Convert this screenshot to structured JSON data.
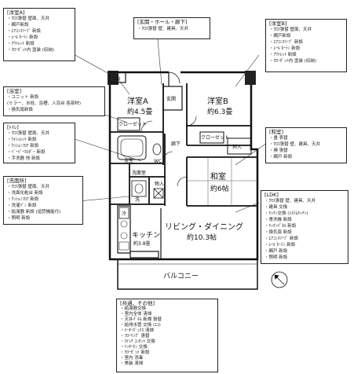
{
  "notes": {
    "western_a": {
      "title": "[洋室A]",
      "lines": [
        "・ｸﾛｽ張替 壁面、天井",
        "・網戸新設",
        "・ｴｱｺﾝｽﾘｰﾌﾞ 新設",
        "・ﾚｰﾙ ｶｰﾃﾝ 新設",
        "・ｱｳﾄﾚｯﾄ 新設",
        "・ｸﾛｰｾﾞｯﾄ内 塗装 (収納)"
      ]
    },
    "entrance": {
      "title": "[玄関・ホール・廊下]",
      "lines": [
        "・ｸﾛｽ張替 壁、建具、天井"
      ]
    },
    "western_b": {
      "title": "[洋室B]",
      "lines": [
        "・ｸﾛｽ張替 壁面、天井",
        "・網戸新設",
        "・ｴｱｺﾝｽﾘｰﾌﾞ 新設",
        "・ﾚｰﾙ ｶｰﾃﾝ 新設",
        "・ｱｳﾄﾚｯﾄ 新設",
        "・ｸﾛｰｾﾞｯﾄ内 塗装 (収納)"
      ]
    },
    "bathroom": {
      "title": "[浴室]",
      "lines": [
        "・ユニット 新設",
        "(ミラー、水栓、浴槽、入浴台 各部材)",
        "・換気扇新設"
      ]
    },
    "toilet": {
      "title": "[ﾄｲﾚ]",
      "lines": [
        "・ｸﾛｽ張替 壁面、天井",
        "・ｳｫｼｭﾚｯﾄ 新設",
        "・ｸｯｼｮﾝﾌﾛｱ 新設",
        "・ﾍﾟｰﾊﾟｰﾎﾙﾀﾞｰ 新設",
        "・手洗器 他 新設"
      ]
    },
    "washroom": {
      "title": "[洗面所]",
      "lines": [
        "・ｸﾛｽ張替 壁面、天井",
        "・洗面化粧台 新設",
        "・ｸｯｼｮﾝﾌﾛｱ 新設",
        "・洗濯ﾊﾟﾝ 新設",
        "・給湯器 新設 (追焚機能付)",
        "・照明 新設"
      ]
    },
    "japanese": {
      "title": "[和室]",
      "lines": [
        "・畳 表替",
        "・ｸﾛｽ張替 壁、建具、天井",
        "・襖 張替",
        "・網戸 新設"
      ]
    },
    "ldk": {
      "title": "[LDK]",
      "lines": [
        "・ｸﾛｽ張替 壁、建具、天井",
        "・建具 交換",
        "・ｷｯﾁﾝ交換 (ｼｽﾃﾑｷｯﾁﾝ)",
        "・食洗機 新設",
        "・ｷｯﾁﾝﾊﾟﾈﾙ 新設",
        "・換気扇 新設",
        "・ｴｱｺﾝｽﾘｰﾌﾞ 新設",
        "・ﾚｰﾙ ｶｰﾃﾝ 新設",
        "・網戸 新設",
        "・照明 新設"
      ]
    },
    "other": {
      "title": "[共通、その他]",
      "lines": [
        "・給湯器交換",
        "・室内全体 清掃",
        "・天井ﾊﾟﾈﾙ 新規 張替",
        "・給排水管 交換 (ｴｺ)",
        "・ﾒｰﾀｰﾎﾞｯｸｽ 清掃",
        "・ﾌﾛｰﾘﾝｸﾞ 張替",
        "・ｽｲｯﾁ ｺﾝｾﾝﾄ 交換",
        "・ｲﾝﾀｰﾎﾝ 交換",
        "・ｸﾛｰｾﾞｯﾄ 新設",
        "・室内 消毒",
        "・美装 清掃"
      ]
    }
  },
  "rooms": {
    "western_a": {
      "name": "洋室A",
      "size": "約4.5畳"
    },
    "western_b": {
      "name": "洋室B",
      "size": "約6.3畳"
    },
    "japanese": {
      "name": "和室",
      "size": "約6帖"
    },
    "living": {
      "name": "リビング・ダイニング",
      "size": "約10.3帖"
    },
    "kitchen": {
      "name": "キッチン",
      "size": "約3.8畳"
    },
    "balcony": "バルコニー"
  },
  "labels": {
    "mb": "MB",
    "entrance": "玄関",
    "closet_a": "クローゼット",
    "closet_b": "クローゼット",
    "oshiire": "押入",
    "hallway": "廊下",
    "bath": "浴室",
    "washroom": "洗面室",
    "fridge": "冷",
    "storage": "物入",
    "toilet": "WC",
    "laundry": "洗"
  }
}
